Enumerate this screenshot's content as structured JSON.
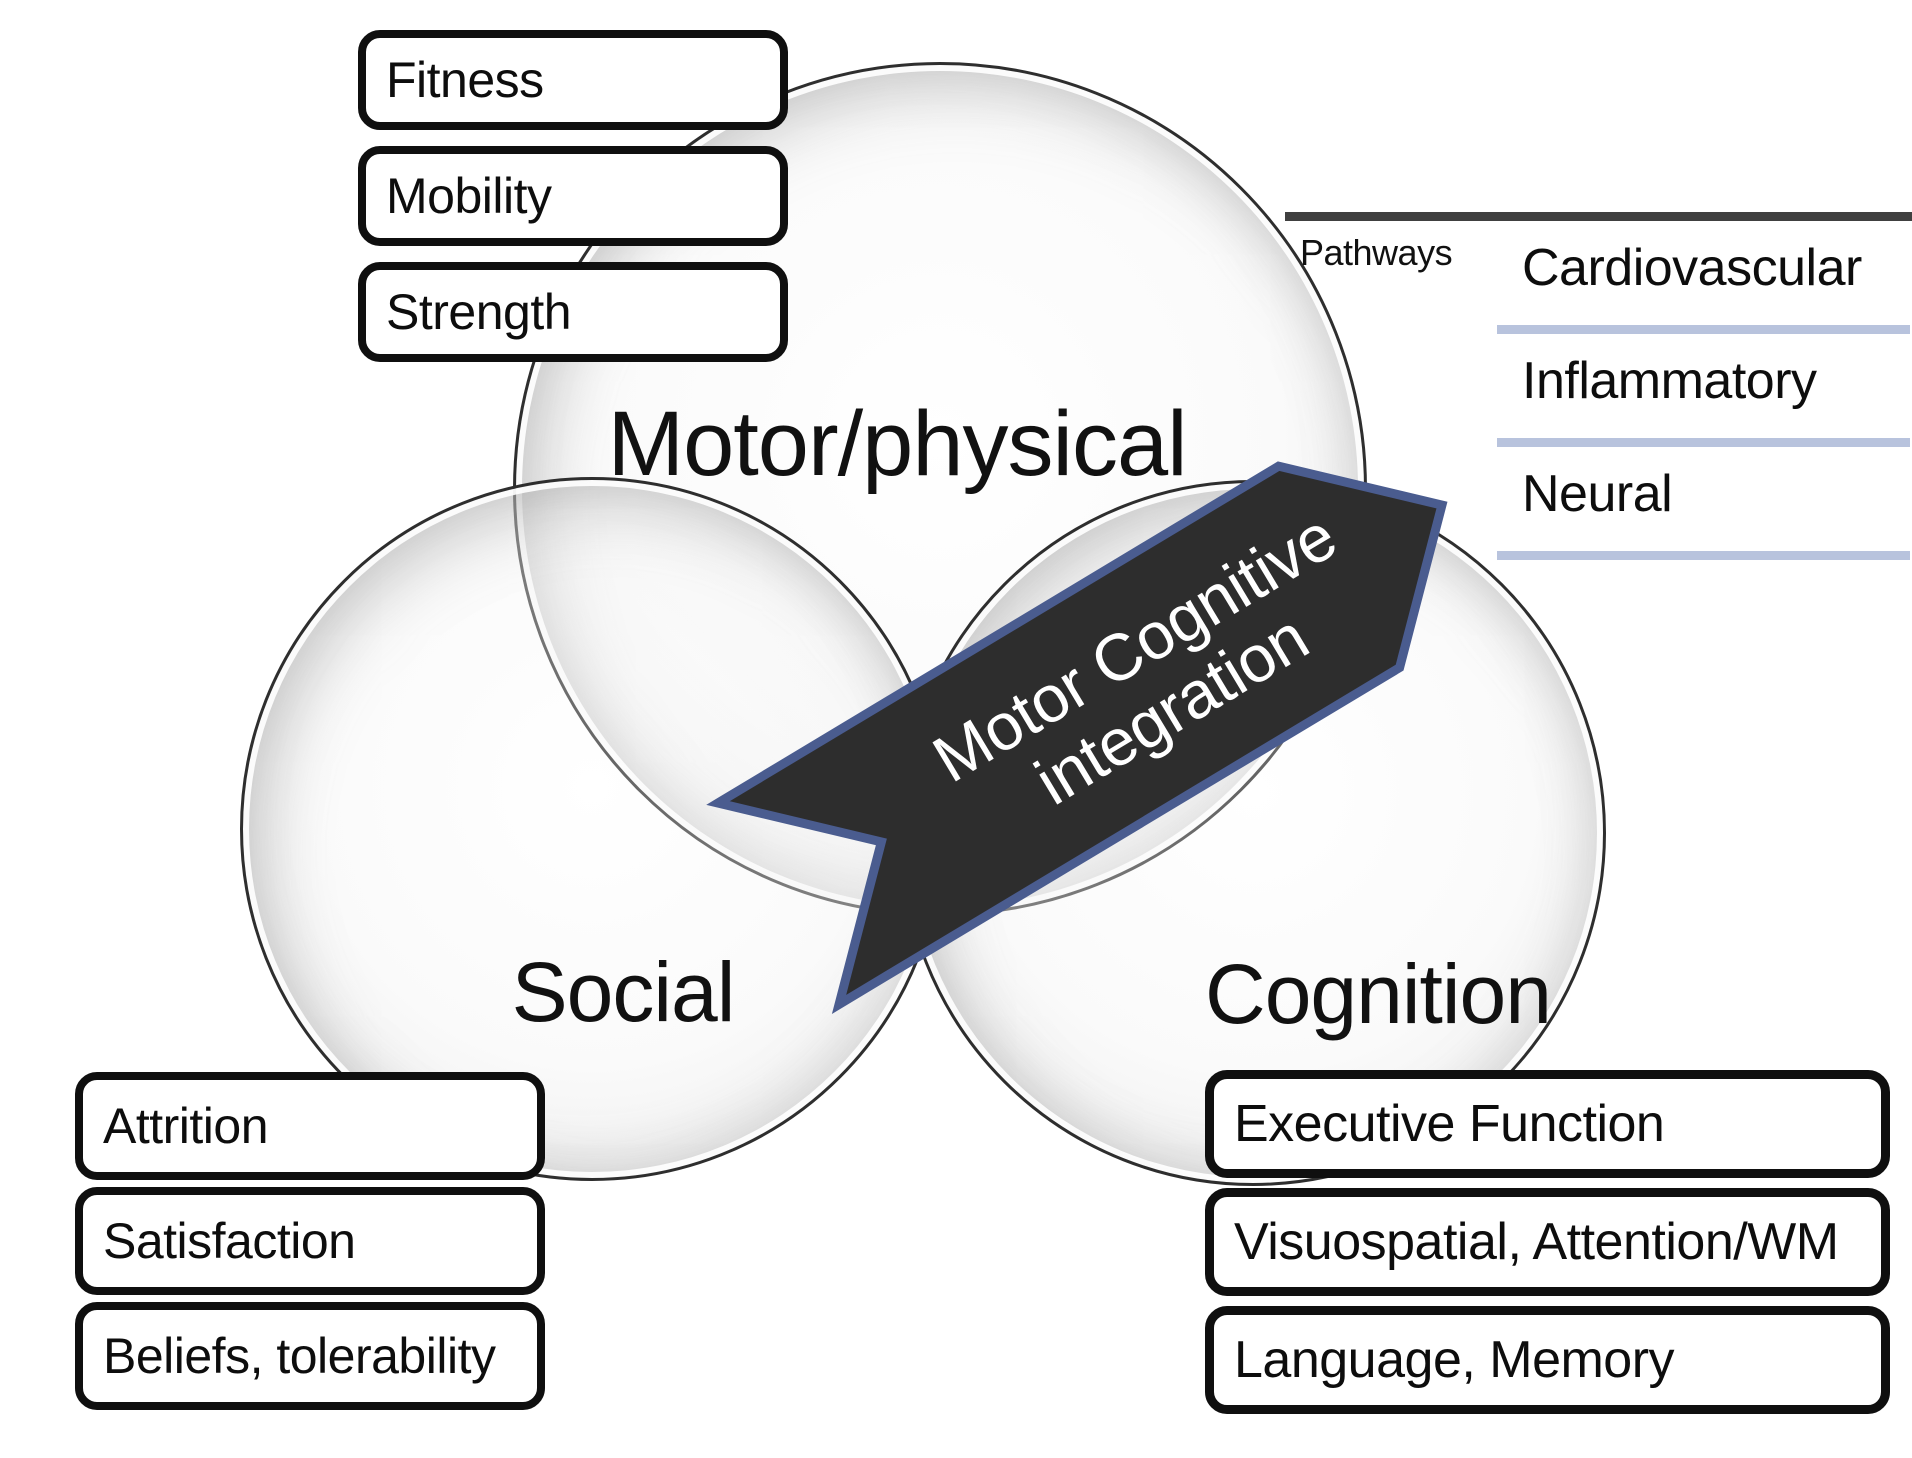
{
  "diagram": {
    "circles": {
      "motor": "Motor/physical",
      "social": "Social",
      "cognition": "Cognition"
    },
    "motor_factors": [
      "Fitness",
      "Mobility",
      "Strength"
    ],
    "social_factors": [
      "Attrition",
      "Satisfaction",
      "Beliefs, tolerability"
    ],
    "cognition_factors": [
      "Executive Function",
      "Visuospatial, Attention/WM",
      "Language, Memory"
    ],
    "pathways": {
      "label": "Pathways",
      "items": [
        "Cardiovascular",
        "Inflammatory",
        "Neural"
      ]
    },
    "integration_arrow": {
      "line1": "Motor Cognitive",
      "line2": "integration"
    },
    "colors": {
      "arrow_fill": "#2d2d2d",
      "arrow_border": "#4a5c8f",
      "divider": "#b8c3dd",
      "header_line": "#404040",
      "box_border": "#0f0f0f",
      "text": "#1a1a1a"
    }
  }
}
